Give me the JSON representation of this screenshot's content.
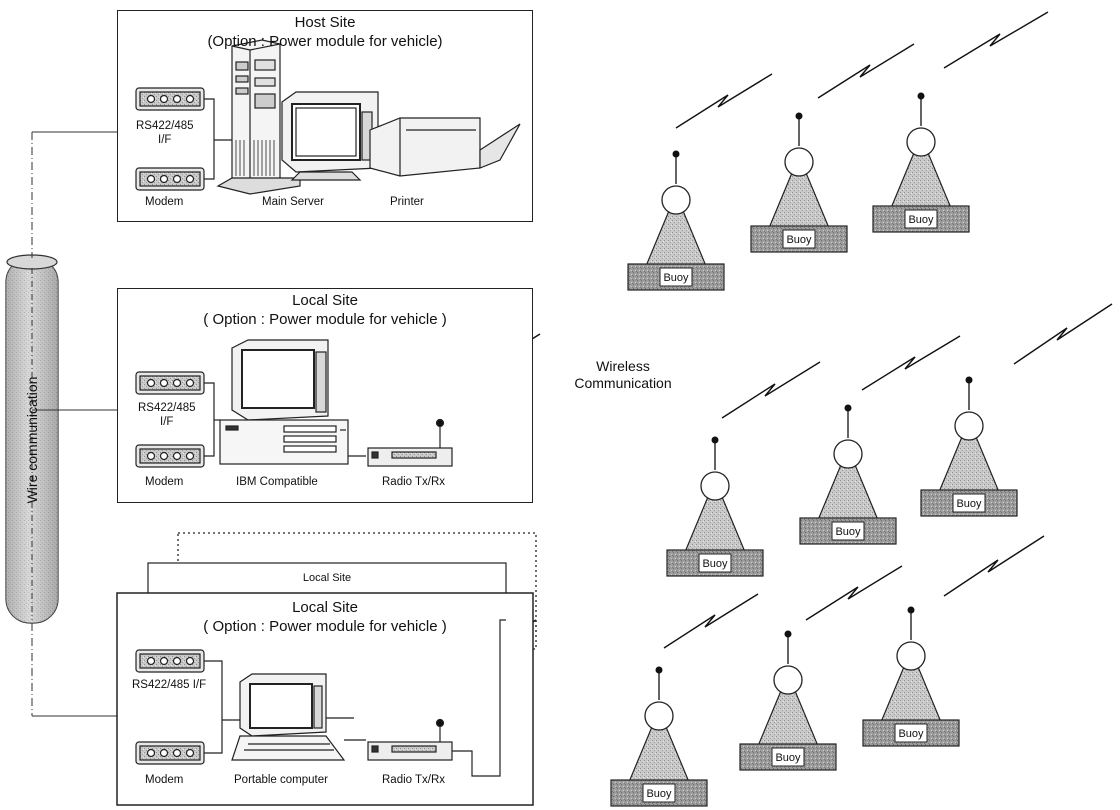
{
  "wire": {
    "label": "Wire communication"
  },
  "wireless": {
    "label_line1": "Wireless",
    "label_line2": "Communication"
  },
  "host_site": {
    "title": "Host Site",
    "subtitle": "(Option : Power module for vehicle)",
    "interface_label_line1": "RS422/485",
    "interface_label_line2": "I/F",
    "modem_label": "Modem",
    "server_label": "Main Server",
    "printer_label": "Printer"
  },
  "local_site_1": {
    "title": "Local Site",
    "subtitle": "( Option : Power module for vehicle )",
    "interface_label_line1": "RS422/485",
    "interface_label_line2": "I/F",
    "modem_label": "Modem",
    "computer_label": "IBM Compatible",
    "radio_label": "Radio Tx/Rx"
  },
  "local_site_back": {
    "title": "Local Site"
  },
  "local_site_2": {
    "title": "Local Site",
    "subtitle": "( Option : Power module for  vehicle )",
    "interface_label": "RS422/485 I/F",
    "modem_label": "Modem",
    "computer_label": "Portable computer",
    "radio_label": "Radio Tx/Rx"
  },
  "buoy": {
    "label": "Buoy",
    "count": 9
  },
  "colors": {
    "line": "#222222",
    "buoy_body": "#a8a8a8",
    "buoy_base": "#8a8a8a",
    "pipe": "#c8c8c8"
  }
}
